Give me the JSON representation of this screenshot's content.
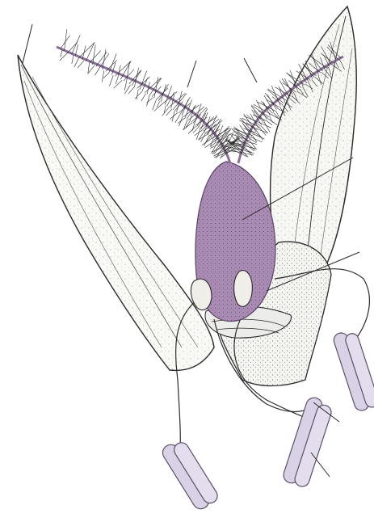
{
  "colors": {
    "background": "#ffffff",
    "ink": "#2a2a2a",
    "ovary_fill": "#a98bb3",
    "stigma_stroke": "#8a6f96",
    "anther_fill": "#d9d2e6",
    "anther_stroke": "#5b5066",
    "lodicule_fill": "#e4e4e0"
  },
  "icons": {
    "ovary": "ovary-shape",
    "stigma": "feathery-stigma",
    "anther": "anther-shape",
    "glume": "glume-shape",
    "lodicule": "lodicule-shape"
  },
  "labels": []
}
